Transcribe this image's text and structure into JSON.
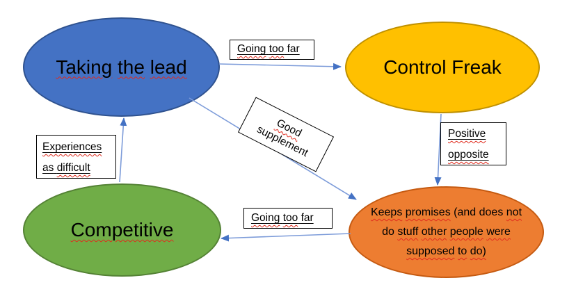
{
  "diagram": {
    "page_bg": "#ffffff",
    "colors": {
      "page_bg": "#ffffff",
      "text": "#000000",
      "blue_fill": "#4472c4",
      "blue_border": "#2f528f",
      "gold_fill": "#ffc000",
      "gold_border": "#bf9000",
      "green_fill": "#70ad47",
      "green_border": "#548235",
      "orange_fill": "#ed7d31",
      "orange_border": "#c55a11",
      "arrow_line": "#7c9bd9",
      "arrow_head": "#4472c4",
      "squiggle": "#e02b1d",
      "label_bg": "#ffffff",
      "label_border": "#000000"
    },
    "nodes": {
      "taking_the_lead": {
        "lines": [
          {
            "text": "Taking the lead",
            "squiggles": [
              0,
              1,
              2
            ]
          }
        ]
      },
      "control_freak": {
        "lines": [
          {
            "text": "Control Freak",
            "squiggles": []
          }
        ]
      },
      "competitive": {
        "lines": [
          {
            "text": "Competitive",
            "squiggles": [
              0
            ]
          }
        ]
      },
      "keeps_promises": {
        "lines": [
          {
            "text": "Keeps promises (and does not",
            "squiggles": [
              0,
              1,
              4
            ]
          },
          {
            "text": "do stuff other people were",
            "squiggles": [
              1,
              2,
              3,
              4
            ]
          },
          {
            "text": "supposed to do)",
            "squiggles": [
              0,
              1,
              2
            ]
          }
        ]
      }
    },
    "labels": {
      "going_too_far_top": {
        "lines": [
          {
            "text": "Going too far",
            "squiggles": [
              0,
              1
            ]
          }
        ]
      },
      "good_supplement": {
        "lines": [
          {
            "text": "Good",
            "squiggles": [
              0
            ]
          },
          {
            "text": "supplement",
            "squiggles": []
          }
        ]
      },
      "experiences_as_difficult": {
        "lines": [
          {
            "text": "Experiences",
            "squiggles": [
              0
            ]
          },
          {
            "text": "as difficult",
            "squiggles": [
              1
            ]
          }
        ]
      },
      "positive_opposite": {
        "lines": [
          {
            "text": "Positive",
            "squiggles": [
              0
            ]
          },
          {
            "text": "opposite",
            "squiggles": [
              0
            ]
          }
        ]
      },
      "going_too_far_bottom": {
        "lines": [
          {
            "text": "Going too far",
            "squiggles": [
              0,
              1
            ]
          }
        ]
      }
    },
    "arrows": [
      {
        "from": "Taking the lead",
        "to": "Control Freak",
        "label": "Going too far"
      },
      {
        "from": "Taking the lead",
        "to": "Keeps promises",
        "label": "Good supplement"
      },
      {
        "from": "Control Freak",
        "to": "Keeps promises",
        "label": "Positive opposite"
      },
      {
        "from": "Keeps promises",
        "to": "Competitive",
        "label": "Going too far"
      },
      {
        "from": "Competitive",
        "to": "Taking the lead",
        "label": "Experiences as difficult"
      }
    ]
  }
}
